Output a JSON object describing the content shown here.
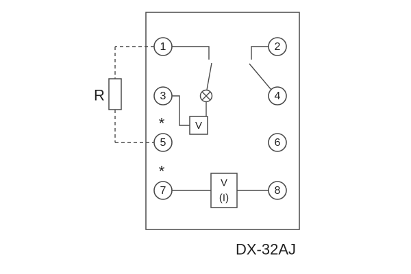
{
  "page": {
    "background_color": "#ffffff",
    "line_color": "#4a4a4a",
    "text_color": "#222222"
  },
  "diagram": {
    "device_label": "DX-32AJ",
    "resistor_label": "R",
    "coil_label": "V",
    "meter_label_top": "V",
    "meter_label_bottom": "(I)",
    "polarity_marks": [
      "*",
      "*"
    ],
    "terminals": [
      "1",
      "2",
      "3",
      "4",
      "5",
      "6",
      "7",
      "8"
    ]
  }
}
